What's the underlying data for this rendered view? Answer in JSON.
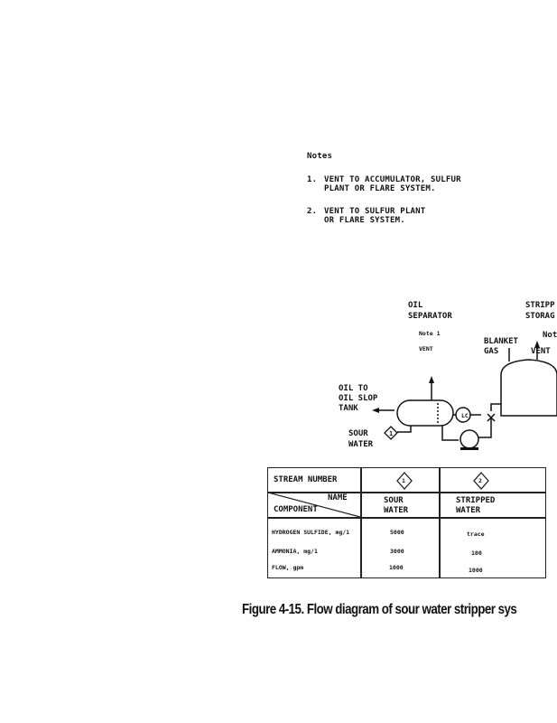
{
  "notes": {
    "title": "Notes",
    "items": [
      {
        "num": "1.",
        "text": "VENT TO ACCUMULATOR, SULFUR\nPLANT OR FLARE SYSTEM."
      },
      {
        "num": "2.",
        "text": "VENT TO SULFUR PLANT\nOR FLARE SYSTEM."
      }
    ]
  },
  "diagram": {
    "oil_separator": [
      "OIL",
      "SEPARATOR"
    ],
    "note1": "Note 1",
    "vent1": "VENT",
    "blanket_gas": [
      "BLANKET",
      "GAS"
    ],
    "stripped_storage": [
      "STRIPP",
      "STORAG"
    ],
    "note2": "Not",
    "vent2": "VENT",
    "oil_to_slop": [
      "OIL TO",
      "OIL SLOP",
      "TANK"
    ],
    "sour_water": [
      "SOUR",
      "WATER"
    ],
    "lc": "LC",
    "stream1": "1"
  },
  "table": {
    "stream_number_label": "STREAM NUMBER",
    "name_label": "NAME",
    "component_label": "COMPONENT",
    "streams": [
      {
        "number": "1",
        "name": [
          "SOUR",
          "WATER"
        ],
        "values": [
          "5000",
          "3000",
          "1000"
        ]
      },
      {
        "number": "2",
        "name": [
          "STRIPPED",
          "WATER"
        ],
        "values": [
          "trace",
          "100",
          "1000"
        ]
      }
    ],
    "components": [
      "HYDROGEN SULFIDE, mg/1",
      "AMMONIA, mg/1",
      "FLOW, gpm"
    ]
  },
  "caption": "Figure 4-15. Flow diagram of sour water stripper sys"
}
